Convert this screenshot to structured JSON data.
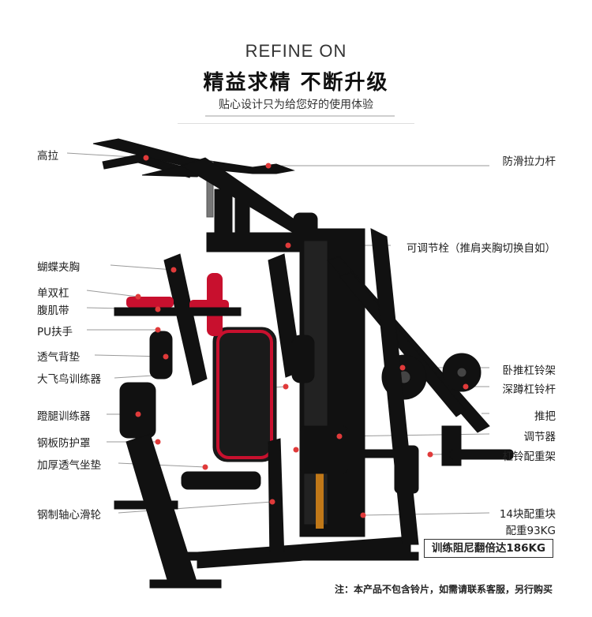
{
  "header": {
    "title_en": "REFINE ON",
    "title_cn": "精益求精  不断升级",
    "subtitle": "贴心设计只为给您好的使用体验"
  },
  "labels_left": [
    "高拉",
    "蝴蝶夹胸",
    "单双杠",
    "腹肌带",
    "PU扶手",
    "透气背垫",
    "大飞鸟训练器",
    "蹬腿训练器",
    "钢板防护罩",
    "加厚透气坐垫",
    "钢制轴心滑轮"
  ],
  "labels_right": [
    "防滑拉力杆",
    "可调节栓（推肩夹胸切换自如）",
    "卧推杠铃架",
    "深蹲杠铃杆",
    "推把",
    "调节器",
    "杠铃配重架",
    "14块配重块",
    "配重93KG"
  ],
  "boxed_label": "训练阻尼翻倍达186KG",
  "footnote": "注：本产品不包含铃片，如需请联系客服，另行购买",
  "colors": {
    "frame": "#111111",
    "accent": "#c8102e",
    "leader_line": "#9a9a9a",
    "dot": "#e03a3a"
  }
}
